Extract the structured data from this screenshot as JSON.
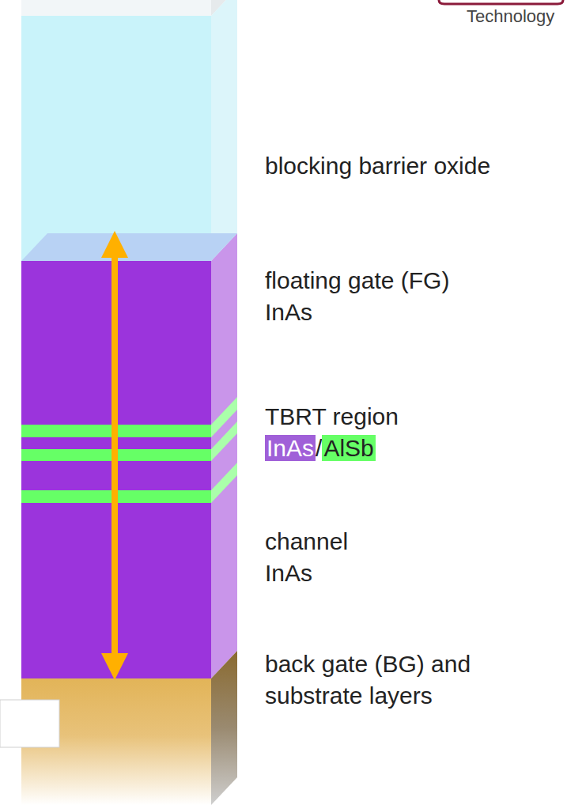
{
  "diagram": {
    "nodes": [
      {
        "text": [
          "blocking barrier oxide"
        ]
      },
      {
        "text": [
          "floating gate (FG)",
          "InAs"
        ]
      },
      {
        "text": [
          "TBRT region",
          "InAs",
          "/",
          "AlSb"
        ]
      },
      {
        "text": [
          "channel",
          "InAs"
        ]
      },
      {
        "text": [
          "back gate (BG) and substrate layers"
        ]
      }
    ],
    "edges": [
      {
        "from": 1,
        "to": 3,
        "arrow": "both"
      }
    ],
    "labels": [
      "Technology"
    ]
  }
}
